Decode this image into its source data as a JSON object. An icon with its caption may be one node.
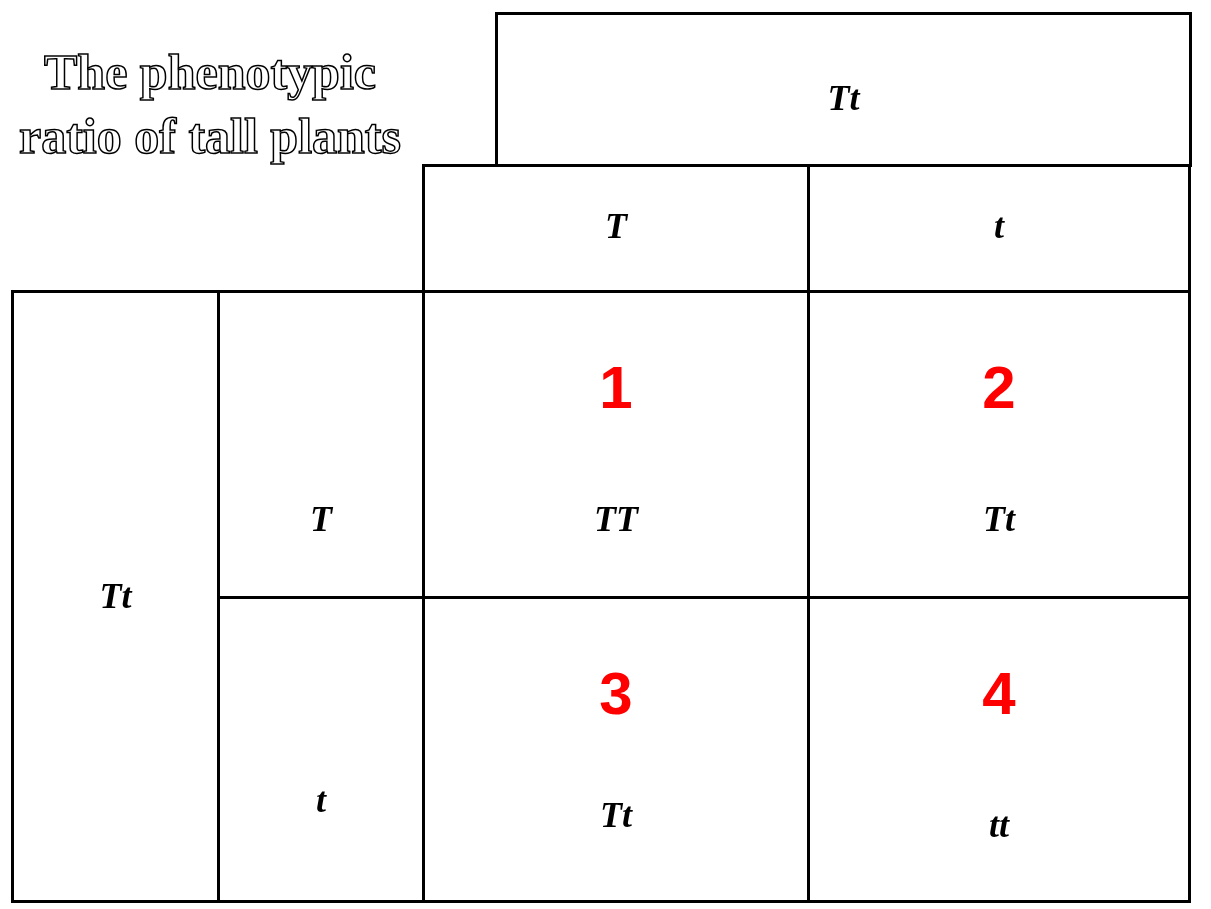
{
  "diagram": {
    "title": "The phenotypic ratio of tall plants",
    "nodes": [
      {
        "text": [
          "Tt"
        ]
      },
      {
        "text": [
          "T"
        ]
      },
      {
        "text": [
          "t"
        ]
      },
      {
        "text": [
          "Tt"
        ]
      },
      {
        "text": [
          "T"
        ]
      },
      {
        "text": [
          "t"
        ]
      },
      {
        "text": [
          "1",
          "TT"
        ]
      },
      {
        "text": [
          "2",
          "Tt"
        ]
      },
      {
        "text": [
          "3",
          "Tt"
        ]
      },
      {
        "text": [
          "4",
          "tt"
        ]
      }
    ],
    "edges": []
  }
}
